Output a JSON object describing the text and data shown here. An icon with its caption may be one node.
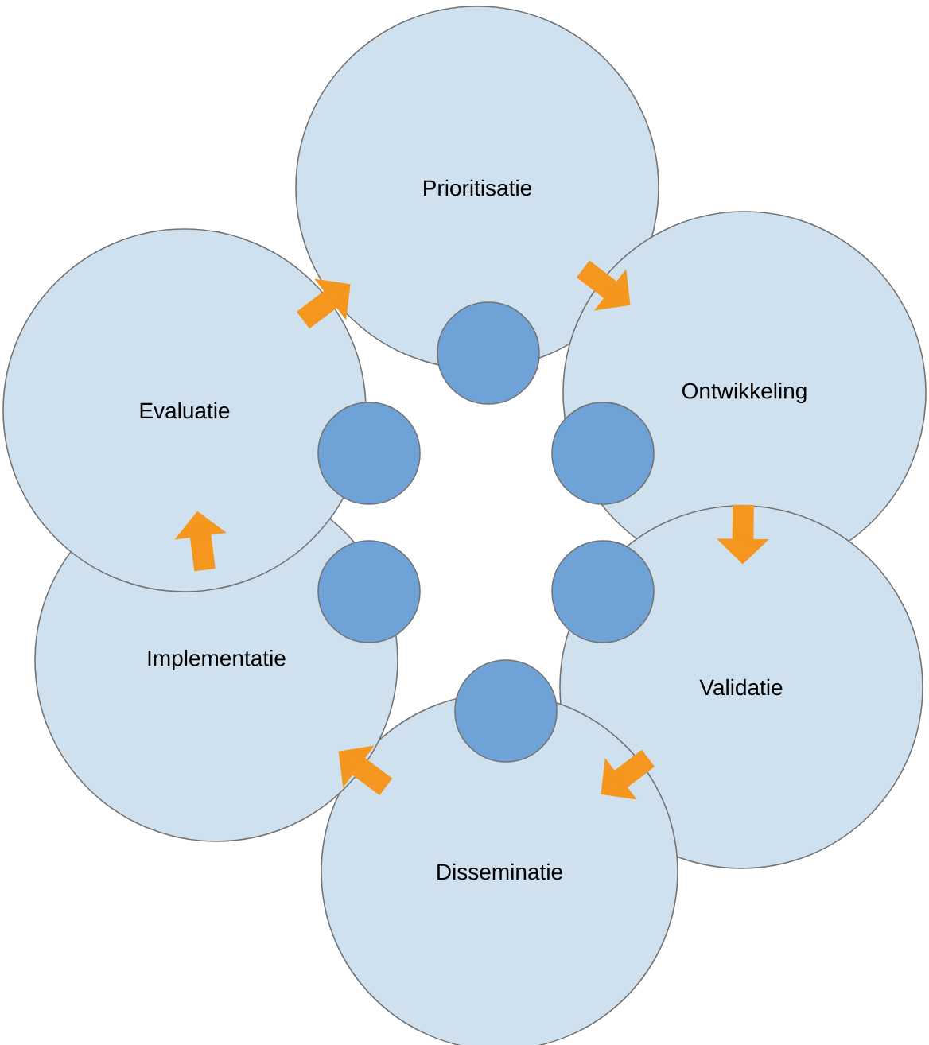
{
  "diagram": {
    "nodes": [
      {
        "text": [
          "Prioritisatie"
        ]
      },
      {
        "text": [
          "Ontwikkeling"
        ]
      },
      {
        "text": [
          "Validatie"
        ]
      },
      {
        "text": [
          "Disseminatie"
        ]
      },
      {
        "text": [
          "Implementatie"
        ]
      },
      {
        "text": [
          "Evaluatie"
        ]
      },
      {
        "text": [],
        "shape": "circle"
      },
      {
        "text": [],
        "shape": "circle"
      },
      {
        "text": [],
        "shape": "circle"
      },
      {
        "text": [],
        "shape": "circle"
      },
      {
        "text": [],
        "shape": "circle"
      },
      {
        "text": [],
        "shape": "circle"
      }
    ],
    "edges": [
      {
        "from": 0,
        "to": 1,
        "arrow": "to"
      },
      {
        "from": 1,
        "to": 2,
        "arrow": "to"
      },
      {
        "from": 2,
        "to": 3,
        "arrow": "to"
      },
      {
        "from": 3,
        "to": 4,
        "arrow": "to"
      },
      {
        "from": 4,
        "to": 5,
        "arrow": "to"
      },
      {
        "from": 5,
        "to": 0,
        "arrow": "to"
      }
    ]
  }
}
